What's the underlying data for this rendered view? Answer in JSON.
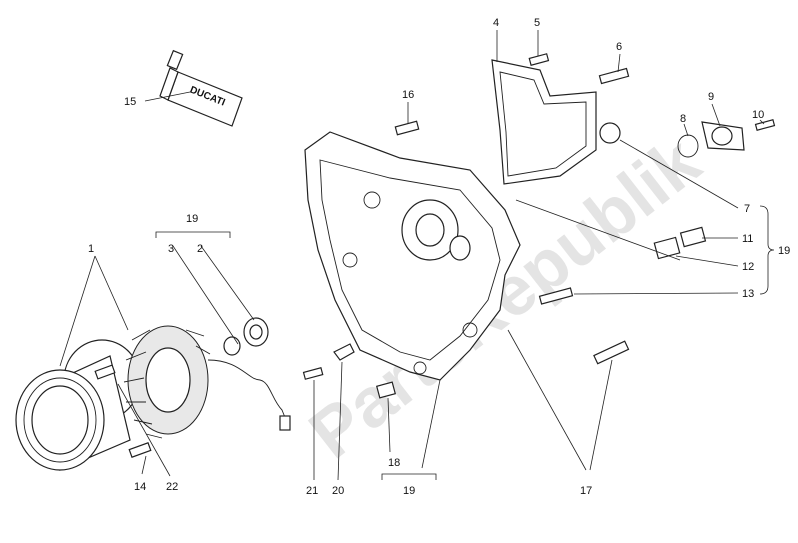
{
  "diagram": {
    "tube_brand": "DUCATI",
    "watermark": "PartsRepublik",
    "callouts": {
      "c1": "1",
      "c2": "2",
      "c3": "3",
      "c4": "4",
      "c5": "5",
      "c6": "6",
      "c7": "7",
      "c8": "8",
      "c9": "9",
      "c10": "10",
      "c11": "11",
      "c12": "12",
      "c13": "13",
      "c14": "14",
      "c15": "15",
      "c16": "16",
      "c17": "17",
      "c18": "18",
      "c19a": "19",
      "c19b": "19",
      "c19c": "19",
      "c20": "20",
      "c21": "21",
      "c22": "22"
    }
  }
}
